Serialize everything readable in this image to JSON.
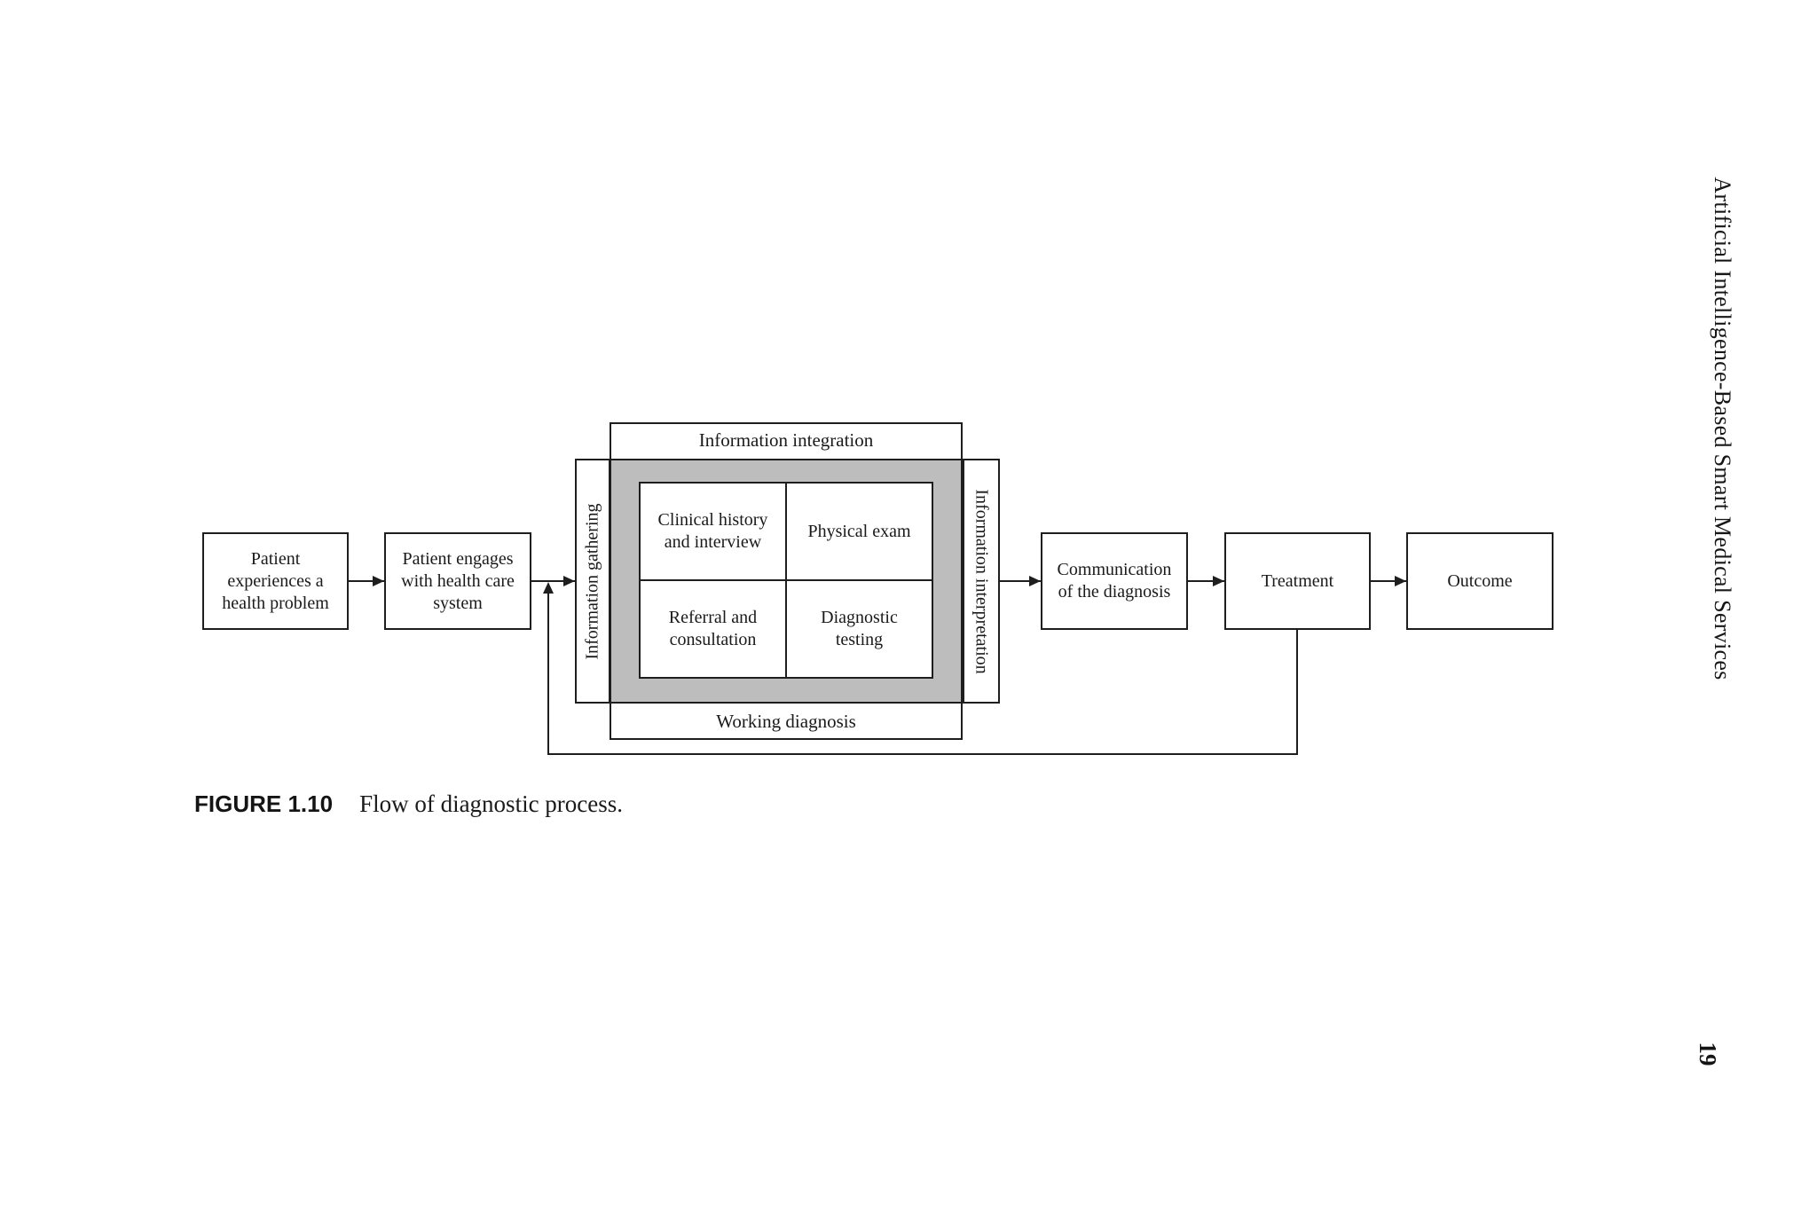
{
  "page": {
    "running_header": "Artificial Intelligence-Based Smart Medical Services",
    "page_number": "19"
  },
  "caption": {
    "label": "FIGURE 1.10",
    "text": "Flow of diagnostic process."
  },
  "diagram": {
    "boxes": {
      "patient_problem": "Patient\nexperiences a\nhealth problem",
      "patient_engages": "Patient engages\nwith health care\nsystem",
      "communication": "Communication\nof the diagnosis",
      "treatment": "Treatment",
      "outcome": "Outcome"
    },
    "center": {
      "top_label": "Information integration",
      "bottom_label": "Working diagnosis",
      "left_label": "Information gathering",
      "right_label": "Information interpretation",
      "cells": {
        "clinical_history": "Clinical history\nand interview",
        "physical_exam": "Physical exam",
        "referral": "Referral and\nconsultation",
        "diagnostic_testing": "Diagnostic\ntesting"
      }
    },
    "colors": {
      "gray_fill": "#bdbdbd",
      "line": "#1e1e1e"
    }
  }
}
